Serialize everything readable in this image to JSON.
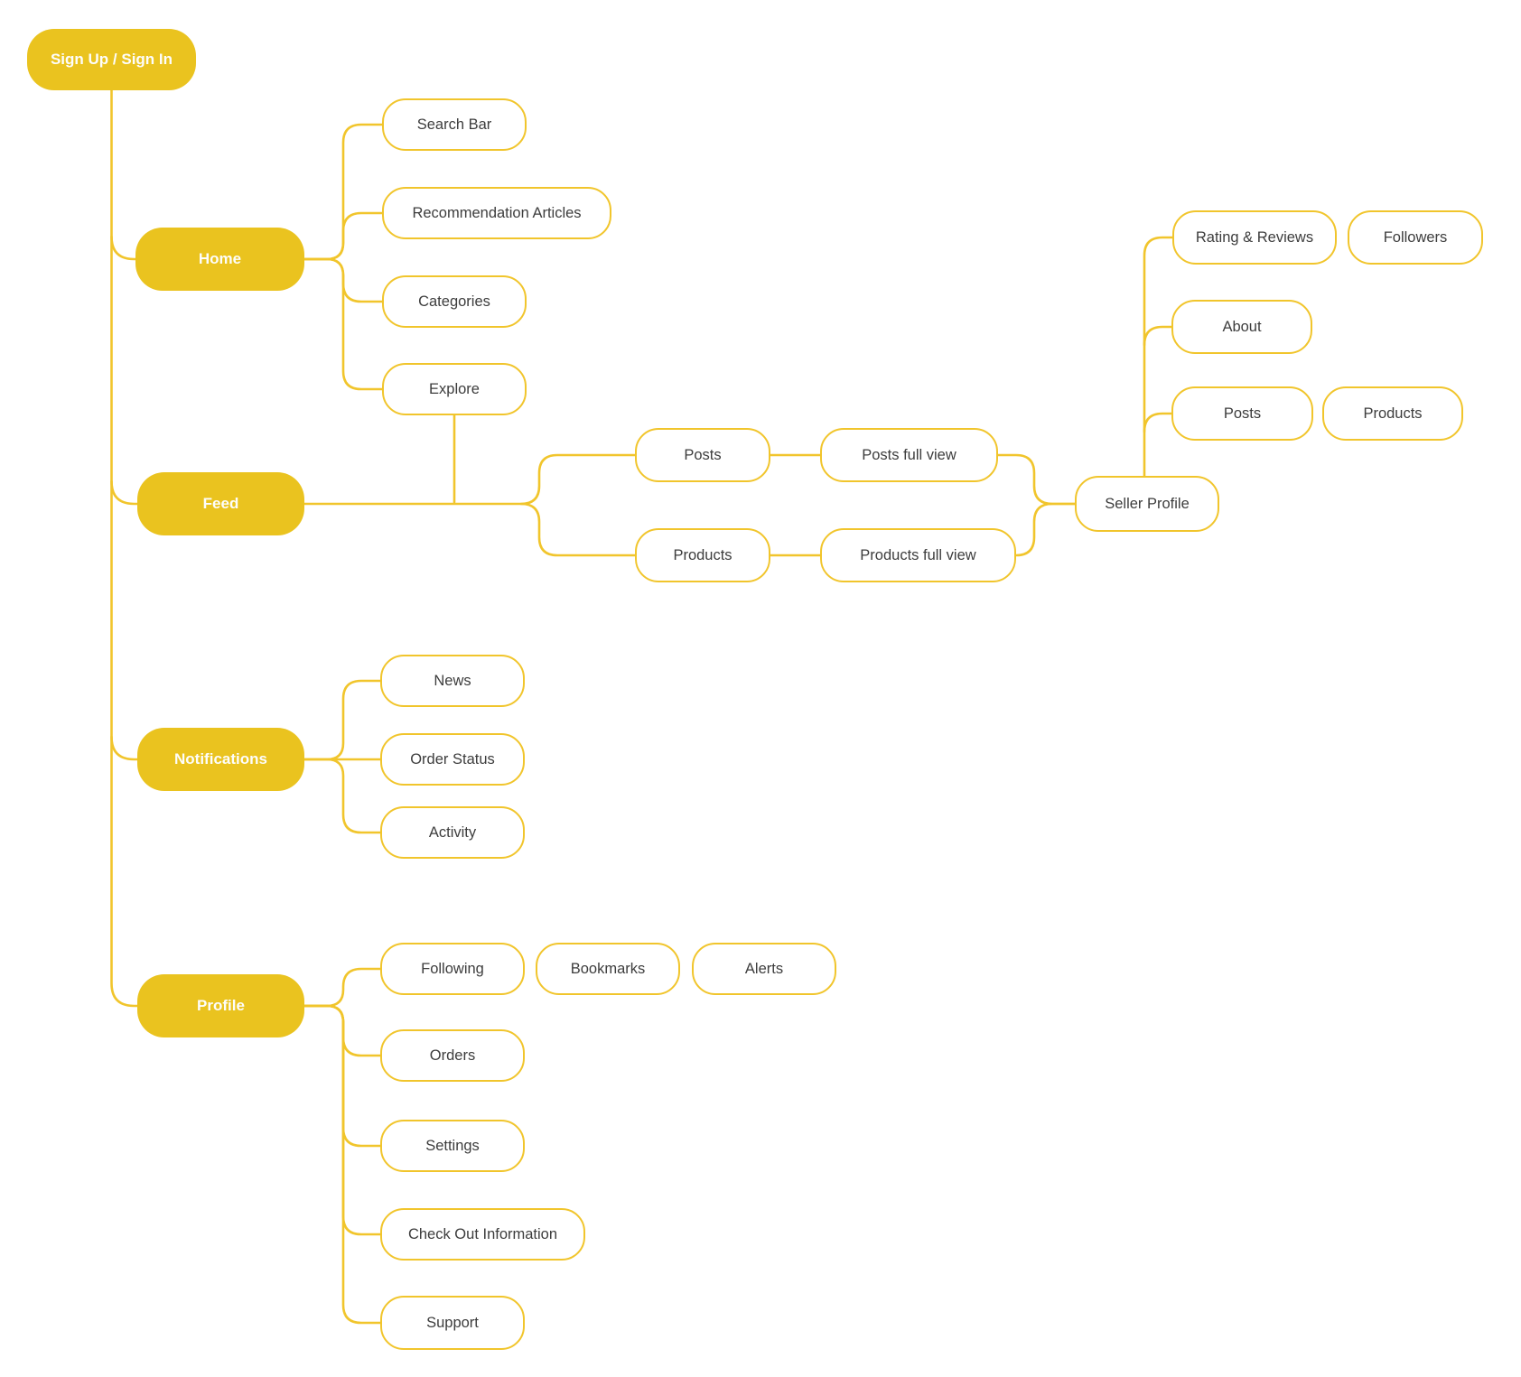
{
  "diagram": {
    "type": "sitemap-flowchart",
    "colors": {
      "accent_fill": "#EAC31F",
      "accent_stroke": "#F1C52C",
      "text_on_accent": "#FDFDFB",
      "text_dark": "#3D3D3D",
      "background": "#FFFFFF"
    }
  },
  "nodes": {
    "signup": {
      "label": "Sign Up / Sign In",
      "kind": "primary"
    },
    "home": {
      "label": "Home",
      "kind": "primary"
    },
    "feed": {
      "label": "Feed",
      "kind": "primary"
    },
    "notifications": {
      "label": "Notifications",
      "kind": "primary"
    },
    "profile": {
      "label": "Profile",
      "kind": "primary"
    },
    "search_bar": {
      "label": "Search Bar",
      "kind": "secondary"
    },
    "recommendation_articles": {
      "label": "Recommendation Articles",
      "kind": "secondary"
    },
    "categories": {
      "label": "Categories",
      "kind": "secondary"
    },
    "explore": {
      "label": "Explore",
      "kind": "secondary"
    },
    "posts": {
      "label": "Posts",
      "kind": "secondary"
    },
    "products": {
      "label": "Products",
      "kind": "secondary"
    },
    "posts_full_view": {
      "label": "Posts full view",
      "kind": "secondary"
    },
    "products_full_view": {
      "label": "Products full view",
      "kind": "secondary"
    },
    "seller_profile": {
      "label": "Seller Profile",
      "kind": "secondary"
    },
    "rating_reviews": {
      "label": "Rating & Reviews",
      "kind": "secondary"
    },
    "followers": {
      "label": "Followers",
      "kind": "secondary"
    },
    "about": {
      "label": "About",
      "kind": "secondary"
    },
    "seller_posts": {
      "label": "Posts",
      "kind": "secondary"
    },
    "seller_products": {
      "label": "Products",
      "kind": "secondary"
    },
    "news": {
      "label": "News",
      "kind": "secondary"
    },
    "order_status": {
      "label": "Order Status",
      "kind": "secondary"
    },
    "activity": {
      "label": "Activity",
      "kind": "secondary"
    },
    "following": {
      "label": "Following",
      "kind": "secondary"
    },
    "bookmarks": {
      "label": "Bookmarks",
      "kind": "secondary"
    },
    "alerts": {
      "label": "Alerts",
      "kind": "secondary"
    },
    "orders": {
      "label": "Orders",
      "kind": "secondary"
    },
    "settings": {
      "label": "Settings",
      "kind": "secondary"
    },
    "checkout_information": {
      "label": "Check Out Information",
      "kind": "secondary"
    },
    "support": {
      "label": "Support",
      "kind": "secondary"
    }
  },
  "edges": [
    {
      "from": "signup",
      "to": "home"
    },
    {
      "from": "signup",
      "to": "feed"
    },
    {
      "from": "signup",
      "to": "notifications"
    },
    {
      "from": "signup",
      "to": "profile"
    },
    {
      "from": "home",
      "to": "search_bar"
    },
    {
      "from": "home",
      "to": "recommendation_articles"
    },
    {
      "from": "home",
      "to": "categories"
    },
    {
      "from": "home",
      "to": "explore"
    },
    {
      "from": "explore",
      "to": "feed"
    },
    {
      "from": "feed",
      "to": "posts"
    },
    {
      "from": "feed",
      "to": "products"
    },
    {
      "from": "posts",
      "to": "posts_full_view"
    },
    {
      "from": "products",
      "to": "products_full_view"
    },
    {
      "from": "posts_full_view",
      "to": "seller_profile"
    },
    {
      "from": "products_full_view",
      "to": "seller_profile"
    },
    {
      "from": "seller_profile",
      "to": "rating_reviews"
    },
    {
      "from": "seller_profile",
      "to": "about"
    },
    {
      "from": "seller_profile",
      "to": "seller_posts"
    },
    {
      "from": "notifications",
      "to": "news"
    },
    {
      "from": "notifications",
      "to": "order_status"
    },
    {
      "from": "notifications",
      "to": "activity"
    },
    {
      "from": "profile",
      "to": "following"
    },
    {
      "from": "profile",
      "to": "orders"
    },
    {
      "from": "profile",
      "to": "settings"
    },
    {
      "from": "profile",
      "to": "checkout_information"
    },
    {
      "from": "profile",
      "to": "support"
    }
  ]
}
